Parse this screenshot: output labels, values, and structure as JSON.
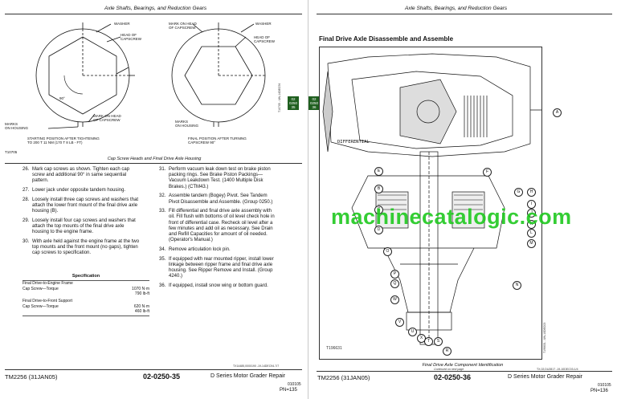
{
  "left_page": {
    "header": "Axle Shafts, Bearings, and Reduction Gears",
    "figure": {
      "labels": {
        "washer_a": "WASHER",
        "head_of_capscrew_a": "HEAD OF\nCAPSCREW",
        "mark_on_head": "MARK ON HEAD\nOF CAPSCREW",
        "washer_b": "WASHER",
        "head_of_capscrew_b": "HEAD OF\nCAPSCREW",
        "angle": "90°",
        "mark_on_head_2": "MARK ON HEAD\nOF CAPSCREW",
        "marks_on_housing_a": "MARKS\nON HOUSING",
        "starting_position": "STARTING POSITION AFTER TIGHTENING\nTO 200 T 11 NM (170 T 8 LB - FT)",
        "marks_on_housing_b": "MARKS\nON HOUSING",
        "final_position": "FINAL POSITION AFTER TURNING\nCAPSCREW 90°",
        "fig_id": "T10705",
        "side_code": "T10705 - UN-14DEC94"
      },
      "caption": "Cap Screw Heads and Final Drive Axle Housing"
    },
    "tab": {
      "line1": "02",
      "line2": "0250",
      "line3": "35"
    },
    "steps_left": [
      {
        "num": "26.",
        "text": "Mark cap screws as shown. Tighten each cap\nscrew and additional 90° in same sequential\npattern."
      },
      {
        "num": "27.",
        "text": "Lower jack under opposite tandem housing."
      },
      {
        "num": "28.",
        "text": "Loosely install three cap screws and washers that\nattach the lower front mount of the final drive axle\nhousing (B)."
      },
      {
        "num": "29.",
        "text": "Loosely install four cap screws and washers that\nattach the top mounts of the final drive axle\nhousing to the engine frame."
      },
      {
        "num": "30.",
        "text": "With axle held against the engine frame at the two\ntop mounts and the front mount (no gaps), tighten\ncap screws to specification."
      }
    ],
    "spec": {
      "title": "Specification",
      "group1_title": "Final Drive-to-Engine Frame",
      "group1_item": "Cap Screw—Torque",
      "group1_val1": "1070 N·m",
      "group1_val2": "790 lb-ft",
      "group2_title": "Final Drive-to-Front Support",
      "group2_item": "Cap Screw—Torque",
      "group2_val1": "620 N·m",
      "group2_val2": "460 lb-ft"
    },
    "steps_right": [
      {
        "num": "31.",
        "text": "Perform vacuum leak down test on brake piston\npacking rings. See Brake Piston Packings—\nVacuum Leakdown Test. (1400 Multiple Disk\nBrakes.) (CTM43.)"
      },
      {
        "num": "32.",
        "text": "Assemble tandem (Bogey) Pivot. See Tandem\nPivot Disassemble and Assemble. (Group 0250.)"
      },
      {
        "num": "33.",
        "text": "Fill differential and final drive axle assembly with\noil. Fill flush with bottoms of oil level check hole in\nfront of differential case. Recheck oil level after a\nfew minutes and add oil as necessary. See Drain\nand Refill Capacities for amount of oil needed.\n(Operator's Manual.)"
      },
      {
        "num": "34.",
        "text": "Remove articulation lock pin."
      },
      {
        "num": "35.",
        "text": "If equipped with rear mounted ripper, install lower\nlinkage between ripper frame and final drive axle\nhousing. See Ripper Remove and Install. (Group\n4240.)"
      },
      {
        "num": "36.",
        "text": "If equipped, install snow wing or bottom guard."
      }
    ],
    "small_ref": "TX14485,0000190 -19-14DEC94-7/7",
    "footer": {
      "manual": "TM2256 (31JAN05)",
      "page_code": "02-0250-35",
      "title": "D Series Motor Grader Repair",
      "small": "010105",
      "pn": "PN=135"
    }
  },
  "right_page": {
    "header": "Axle Shafts, Bearings, and Reduction Gears",
    "title": "Final Drive Axle Disassemble and Assemble",
    "tab": {
      "line1": "02",
      "line2": "0250",
      "line3": "36"
    },
    "diagram": {
      "differential_label": "DIFFERENTIAL",
      "fig_id": "T196631",
      "side_code": "T196631 - UN-10DEC03",
      "callouts_left": [
        "E",
        "B",
        "C",
        "D",
        "O",
        "P",
        "Q",
        "W",
        "V",
        "U",
        "X",
        "T",
        "S",
        "R"
      ],
      "callouts_right": [
        "A",
        "F",
        "G",
        "H",
        "I",
        "J",
        "K",
        "L",
        "M",
        "N"
      ]
    },
    "caption": "Final Drive Axle Component Identification",
    "continued": "Continued on next page",
    "small_ref": "TX,02,DU2817 -19-10DEC03-1/4",
    "footer": {
      "manual": "TM2256 (31JAN05)",
      "page_code": "02-0250-36",
      "title": "D Series Motor Grader Repair",
      "small": "010105",
      "pn": "PN=136"
    }
  },
  "watermark": "machinecatalogic.com"
}
